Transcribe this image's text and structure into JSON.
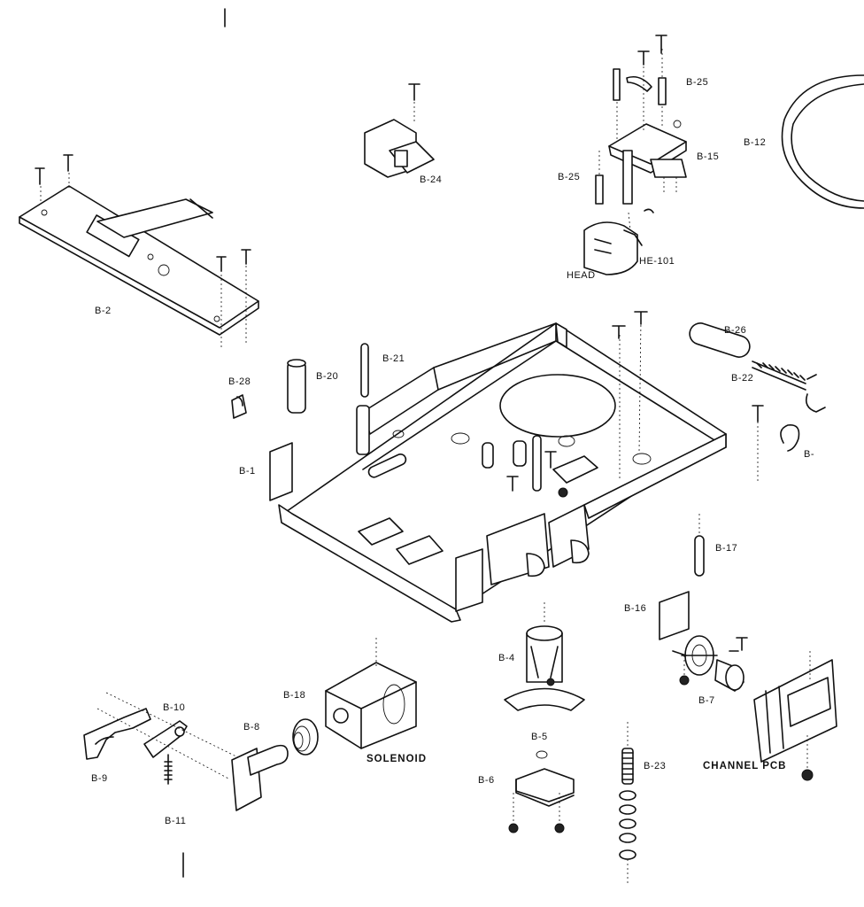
{
  "labels": {
    "b1": "B-1",
    "b2": "B-2",
    "b4": "B-4",
    "b5": "B-5",
    "b6": "B-6",
    "b7": "B-7",
    "b8": "B-8",
    "b9": "B-9",
    "b10": "B-10",
    "b11": "B-11",
    "b12": "B-12",
    "b15": "B-15",
    "b16": "B-16",
    "b17": "B-17",
    "b18": "B-18",
    "b20": "B-20",
    "b21": "B-21",
    "b22": "B-22",
    "b23": "B-23",
    "b24": "B-24",
    "b25a": "B-25",
    "b25b": "B-25",
    "b26": "B-26",
    "b28": "B-28",
    "b_partial": "B-",
    "head": "HEAD",
    "he101": "HE-101",
    "solenoid": "SOLENOID",
    "channel_pcb": "CHANNEL PCB"
  }
}
